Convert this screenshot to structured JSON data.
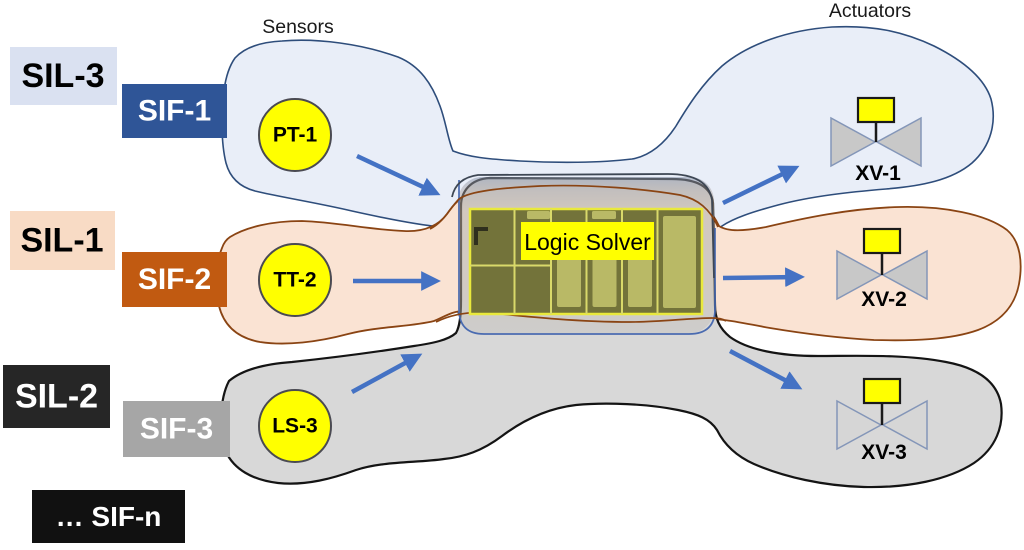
{
  "headers": {
    "sensors": "Sensors",
    "actuators": "Actuators"
  },
  "rows": [
    {
      "sil": "SIL-3",
      "sil_bg": "#dae1f1",
      "sil_fg": "#000000",
      "sif": "SIF-1",
      "sif_bg": "#2f5597",
      "sif_fg": "#ffffff",
      "sensor": "PT-1",
      "actuator": "XV-1",
      "blob_fill": "#e9eef8",
      "blob_stroke": "#2e4d7b"
    },
    {
      "sil": "SIL-1",
      "sil_bg": "#f8dbc5",
      "sil_fg": "#000000",
      "sif": "SIF-2",
      "sif_bg": "#c15a11",
      "sif_fg": "#ffffff",
      "sensor": "TT-2",
      "actuator": "XV-2",
      "blob_fill": "#fae3d3",
      "blob_stroke": "#8a4413"
    },
    {
      "sil": "SIL-2",
      "sil_bg": "#262626",
      "sil_fg": "#ffffff",
      "sif": "SIF-3",
      "sif_bg": "#a6a6a6",
      "sif_fg": "#ffffff",
      "sensor": "LS-3",
      "actuator": "XV-3",
      "blob_fill": "#d8d8d8",
      "blob_stroke": "#141414"
    }
  ],
  "more_sif": {
    "label": "… SIF-n",
    "bg": "#111111",
    "fg": "#ffffff"
  },
  "logic_solver": {
    "label": "Logic Solver",
    "label_bg": "#ffff00",
    "label_fg": "#000000"
  },
  "sensor_node": {
    "fill": "#ffff00",
    "stroke": "#4a4a52",
    "label_color": "#000000"
  },
  "valve": {
    "body_fill": "#c8c8c8",
    "body_fill_alt": "#d6d6d6",
    "body_stroke": "#8496b8",
    "box_fill": "#ffff00",
    "box_stroke": "#1a1a1a",
    "label_color": "#000000"
  },
  "plc": {
    "body": "#73733a",
    "grid": "#d9d96a",
    "border": "#e9e93c",
    "module": "#b9b966",
    "glyph": "#2f2f1d"
  },
  "colors": {
    "arrow": "#4472c4",
    "center_rect_stroke": "#4a6bb0",
    "center_dark_outline": "#3e4754",
    "background": "#ffffff"
  }
}
